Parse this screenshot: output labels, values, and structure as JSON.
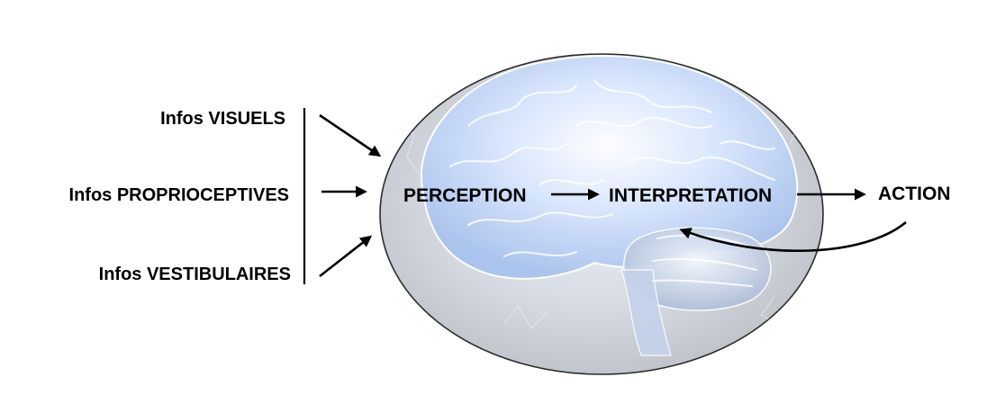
{
  "inputs": {
    "visuels": "Infos VISUELS",
    "proprioceptives": "Infos PROPRIOCEPTIVES",
    "vestibulaires": "Infos VESTIBULAIRES"
  },
  "stages": {
    "perception": "PERCEPTION",
    "interpretation": "INTERPRETATION",
    "action": "ACTION"
  },
  "colors": {
    "text": "#000000",
    "brain_glow": "#cfe3ff",
    "ellipse_fill": "#c8cbd2"
  },
  "icons": {
    "brain": "brain-icon"
  }
}
